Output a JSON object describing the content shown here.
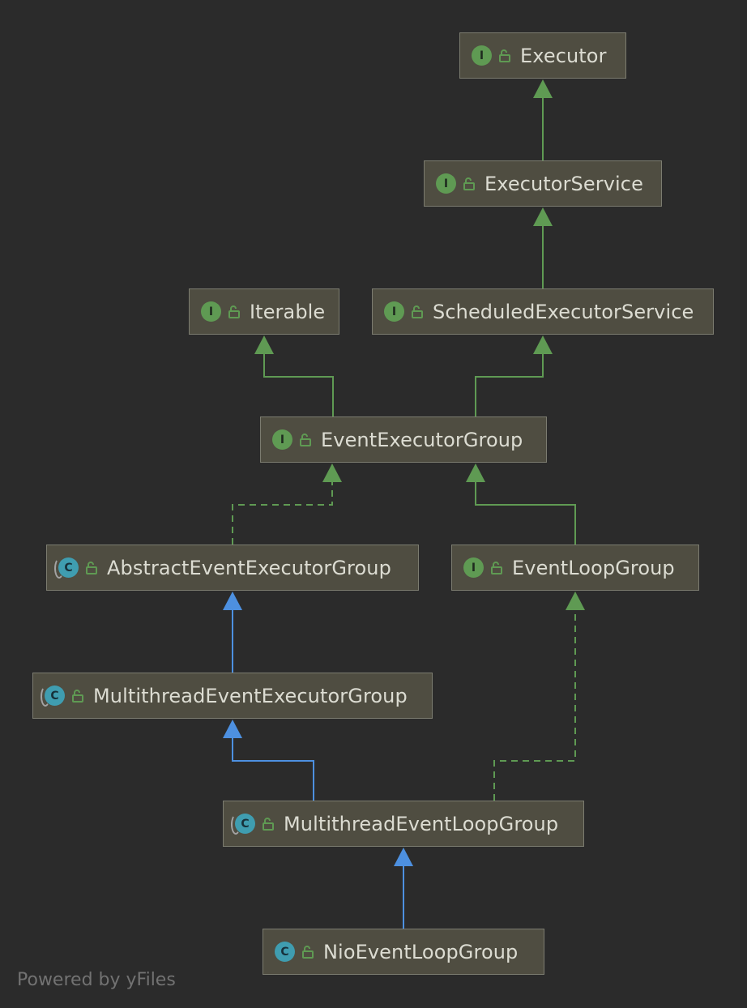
{
  "diagram": {
    "nodes": [
      {
        "id": "executor",
        "label": "Executor",
        "kind": "interface",
        "kind_glyph": "I"
      },
      {
        "id": "executor-service",
        "label": "ExecutorService",
        "kind": "interface",
        "kind_glyph": "I"
      },
      {
        "id": "iterable",
        "label": "Iterable",
        "kind": "interface",
        "kind_glyph": "I"
      },
      {
        "id": "scheduled-executor-service",
        "label": "ScheduledExecutorService",
        "kind": "interface",
        "kind_glyph": "I"
      },
      {
        "id": "event-executor-group",
        "label": "EventExecutorGroup",
        "kind": "interface",
        "kind_glyph": "I"
      },
      {
        "id": "abstract-event-executor-group",
        "label": "AbstractEventExecutorGroup",
        "kind": "abstract",
        "kind_glyph": "C"
      },
      {
        "id": "event-loop-group",
        "label": "EventLoopGroup",
        "kind": "interface",
        "kind_glyph": "I"
      },
      {
        "id": "multithread-event-executor-group",
        "label": "MultithreadEventExecutorGroup",
        "kind": "abstract",
        "kind_glyph": "C"
      },
      {
        "id": "multithread-event-loop-group",
        "label": "MultithreadEventLoopGroup",
        "kind": "abstract",
        "kind_glyph": "C"
      },
      {
        "id": "nio-event-loop-group",
        "label": "NioEventLoopGroup",
        "kind": "class",
        "kind_glyph": "C"
      }
    ],
    "edges": [
      {
        "from": "executor-service",
        "to": "executor",
        "type": "extends-interface"
      },
      {
        "from": "scheduled-executor-service",
        "to": "executor-service",
        "type": "extends-interface"
      },
      {
        "from": "event-executor-group",
        "to": "iterable",
        "type": "extends-interface"
      },
      {
        "from": "event-executor-group",
        "to": "scheduled-executor-service",
        "type": "extends-interface"
      },
      {
        "from": "abstract-event-executor-group",
        "to": "event-executor-group",
        "type": "implements"
      },
      {
        "from": "event-loop-group",
        "to": "event-executor-group",
        "type": "extends-interface"
      },
      {
        "from": "multithread-event-executor-group",
        "to": "abstract-event-executor-group",
        "type": "extends-class"
      },
      {
        "from": "multithread-event-loop-group",
        "to": "multithread-event-executor-group",
        "type": "extends-class"
      },
      {
        "from": "multithread-event-loop-group",
        "to": "event-loop-group",
        "type": "implements"
      },
      {
        "from": "nio-event-loop-group",
        "to": "multithread-event-loop-group",
        "type": "extends-class"
      }
    ],
    "colors": {
      "background": "#2b2b2b",
      "node_fill": "#4f4d41",
      "node_border": "#7c7c70",
      "node_text": "#dcdcd2",
      "interface_edge": "#5f9a53",
      "class_edge": "#4d90e0",
      "interface_icon": "#5f9a53",
      "class_icon": "#3f9db0",
      "lock_icon": "#5f9a53"
    }
  },
  "footer": {
    "powered_by": "Powered by yFiles"
  }
}
